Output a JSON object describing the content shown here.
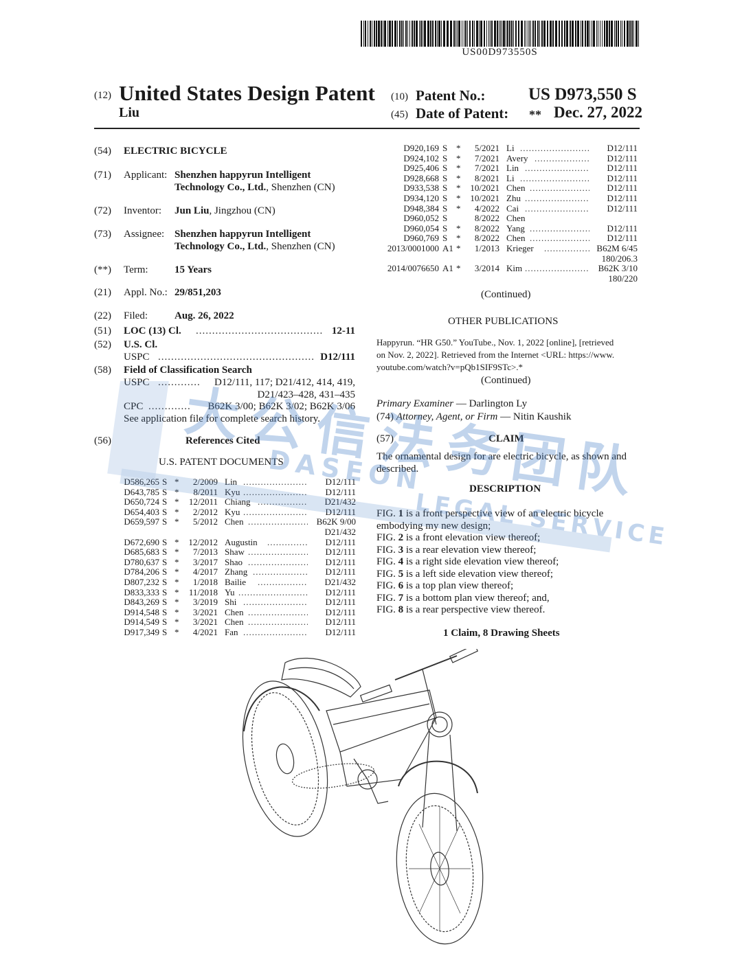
{
  "header": {
    "pub_number": "US00D973550S",
    "code12": "(12)",
    "doc_type": "United States Design Patent",
    "inventor_short": "Liu",
    "code10": "(10)",
    "patent_no_label": "Patent No.:",
    "patent_no": "US D973,550 S",
    "code45": "(45)",
    "date_label": "Date of Patent:",
    "date_mark": "**",
    "date": "Dec. 27, 2022"
  },
  "biblio": {
    "c54": "(54)",
    "title": "ELECTRIC BICYCLE",
    "c71": "(71)",
    "applicant_label": "Applicant:",
    "applicant_name1": "Shenzhen happyrun Intelligent",
    "applicant_name2": "Technology Co., Ltd.",
    "applicant_loc": ", Shenzhen (CN)",
    "c72": "(72)",
    "inventor_label": "Inventor:",
    "inventor_name": "Jun Liu",
    "inventor_loc": ", Jingzhou (CN)",
    "c73": "(73)",
    "assignee_label": "Assignee:",
    "assignee_name1": "Shenzhen happyrun Intelligent",
    "assignee_name2": "Technology Co., Ltd.",
    "assignee_loc": ", Shenzhen (CN)",
    "cterm": "(**)",
    "term_label": "Term:",
    "term_value": "15 Years",
    "c21": "(21)",
    "appl_label": "Appl. No.:",
    "appl_value": "29/851,203",
    "c22": "(22)",
    "filed_label": "Filed:",
    "filed_value": "Aug. 26, 2022",
    "c51": "(51)",
    "loc_label": "LOC (13) Cl.",
    "loc_dots": "...............................................",
    "loc_value": "12-11",
    "c52": "(52)",
    "uscl_label": "U.S. Cl.",
    "uspc_label": "USPC",
    "uspc_dots": "........................................................",
    "uspc_value": "D12/111",
    "c58": "(58)",
    "fcs_label": "Field of Classification Search",
    "fcs_uspc_label": "USPC",
    "fcs_uspc_dots": "...............",
    "fcs_uspc_value": "D12/111, 117; D21/412, 414, 419,",
    "fcs_uspc_value2": "D21/423–428, 431–435",
    "fcs_cpc_label": "CPC",
    "fcs_cpc_dots": "...............",
    "fcs_cpc_value": "B62K 3/00; B62K 3/02; B62K 3/06",
    "fcs_note": "See application file for complete search history.",
    "c56": "(56)",
    "refs_label": "References Cited",
    "us_docs_label": "U.S. PATENT DOCUMENTS"
  },
  "refs_left": [
    {
      "num": "D586,265",
      "kind": "S",
      "star": "*",
      "date": "2/2009",
      "name": "Lin",
      "cls": "D12/111"
    },
    {
      "num": "D643,785",
      "kind": "S",
      "star": "*",
      "date": "8/2011",
      "name": "Kyu",
      "cls": "D12/111"
    },
    {
      "num": "D650,724",
      "kind": "S",
      "star": "*",
      "date": "12/2011",
      "name": "Chiang",
      "cls": "D21/432"
    },
    {
      "num": "D654,403",
      "kind": "S",
      "star": "*",
      "date": "2/2012",
      "name": "Kyu",
      "cls": "D12/111"
    },
    {
      "num": "D659,597",
      "kind": "S",
      "star": "*",
      "date": "5/2012",
      "name": "Chen",
      "cls": "B62K 9/00"
    },
    {
      "num": "",
      "kind": "",
      "star": "",
      "date": "",
      "name": "",
      "cls": "D21/432"
    },
    {
      "num": "D672,690",
      "kind": "S",
      "star": "*",
      "date": "12/2012",
      "name": "Augustin",
      "cls": "D12/111"
    },
    {
      "num": "D685,683",
      "kind": "S",
      "star": "*",
      "date": "7/2013",
      "name": "Shaw",
      "cls": "D12/111"
    },
    {
      "num": "D780,637",
      "kind": "S",
      "star": "*",
      "date": "3/2017",
      "name": "Shao",
      "cls": "D12/111"
    },
    {
      "num": "D784,206",
      "kind": "S",
      "star": "*",
      "date": "4/2017",
      "name": "Zhang",
      "cls": "D12/111"
    },
    {
      "num": "D807,232",
      "kind": "S",
      "star": "*",
      "date": "1/2018",
      "name": "Bailie",
      "cls": "D21/432"
    },
    {
      "num": "D833,333",
      "kind": "S",
      "star": "*",
      "date": "11/2018",
      "name": "Yu",
      "cls": "D12/111"
    },
    {
      "num": "D843,269",
      "kind": "S",
      "star": "*",
      "date": "3/2019",
      "name": "Shi",
      "cls": "D12/111"
    },
    {
      "num": "D914,548",
      "kind": "S",
      "star": "*",
      "date": "3/2021",
      "name": "Chen",
      "cls": "D12/111"
    },
    {
      "num": "D914,549",
      "kind": "S",
      "star": "*",
      "date": "3/2021",
      "name": "Chen",
      "cls": "D12/111"
    },
    {
      "num": "D917,349",
      "kind": "S",
      "star": "*",
      "date": "4/2021",
      "name": "Fan",
      "cls": "D12/111"
    }
  ],
  "refs_right": [
    {
      "num": "D920,169",
      "kind": "S",
      "star": "*",
      "date": "5/2021",
      "name": "Li",
      "cls": "D12/111"
    },
    {
      "num": "D924,102",
      "kind": "S",
      "star": "*",
      "date": "7/2021",
      "name": "Avery",
      "cls": "D12/111"
    },
    {
      "num": "D925,406",
      "kind": "S",
      "star": "*",
      "date": "7/2021",
      "name": "Lin",
      "cls": "D12/111"
    },
    {
      "num": "D928,668",
      "kind": "S",
      "star": "*",
      "date": "8/2021",
      "name": "Li",
      "cls": "D12/111"
    },
    {
      "num": "D933,538",
      "kind": "S",
      "star": "*",
      "date": "10/2021",
      "name": "Chen",
      "cls": "D12/111"
    },
    {
      "num": "D934,120",
      "kind": "S",
      "star": "*",
      "date": "10/2021",
      "name": "Zhu",
      "cls": "D12/111"
    },
    {
      "num": "D948,384",
      "kind": "S",
      "star": "*",
      "date": "4/2022",
      "name": "Cai",
      "cls": "D12/111"
    },
    {
      "num": "D960,052",
      "kind": "S",
      "star": "",
      "date": "8/2022",
      "name": "Chen",
      "cls": ""
    },
    {
      "num": "D960,054",
      "kind": "S",
      "star": "*",
      "date": "8/2022",
      "name": "Yang",
      "cls": "D12/111"
    },
    {
      "num": "D960,769",
      "kind": "S",
      "star": "*",
      "date": "8/2022",
      "name": "Chen",
      "cls": "D12/111"
    },
    {
      "num": "2013/0001000",
      "kind": "A1",
      "star": "*",
      "date": "1/2013",
      "name": "Krieger",
      "cls": "B62M 6/45"
    },
    {
      "num": "",
      "kind": "",
      "star": "",
      "date": "",
      "name": "",
      "cls": "180/206.3"
    },
    {
      "num": "2014/0076650",
      "kind": "A1",
      "star": "*",
      "date": "3/2014",
      "name": "Kim",
      "cls": "B62K 3/10"
    },
    {
      "num": "",
      "kind": "",
      "star": "",
      "date": "",
      "name": "",
      "cls": "180/220"
    }
  ],
  "right": {
    "continued": "(Continued)",
    "other_pubs_label": "OTHER PUBLICATIONS",
    "pub_line1": "Happyrun. “HR G50.” YouTube., Nov. 1, 2022 [online], [retrieved",
    "pub_line2": "on Nov. 2, 2022]. Retrieved from the Internet <URL: https://www.",
    "pub_line3": "youtube.com/watch?v=pQb1SIF9STc>.*",
    "continued2": "(Continued)",
    "examiner_label": "Primary Examiner",
    "examiner_name": " — Darlington Ly",
    "c74": "(74)",
    "attorney_label": "Attorney, Agent, or Firm",
    "attorney_name": " — Nitin Kaushik",
    "c57": "(57)",
    "claim_label": "CLAIM",
    "claim_line1": "The ornamental design for are electric bicycle, as shown and",
    "claim_line2": "described.",
    "desc_label": "DESCRIPTION",
    "fig_lines": [
      {
        "pre": "FIG. ",
        "num": "1",
        "post": " is a front perspective view of an electric bicycle"
      },
      {
        "pre": "",
        "num": "",
        "post": "embodying my new design;"
      },
      {
        "pre": "FIG. ",
        "num": "2",
        "post": " is a front elevation view thereof;"
      },
      {
        "pre": "FIG. ",
        "num": "3",
        "post": " is a rear elevation view thereof;"
      },
      {
        "pre": "FIG. ",
        "num": "4",
        "post": " is a right side elevation view thereof;"
      },
      {
        "pre": "FIG. ",
        "num": "5",
        "post": " is a left side elevation view thereof;"
      },
      {
        "pre": "FIG. ",
        "num": "6",
        "post": " is a top plan view thereof;"
      },
      {
        "pre": "FIG. ",
        "num": "7",
        "post": " is a bottom plan view thereof; and,"
      },
      {
        "pre": "FIG. ",
        "num": "8",
        "post": " is a rear perspective view thereof."
      }
    ],
    "sheets": "1 Claim, 8 Drawing Sheets"
  },
  "watermark": {
    "cn": "大公信法务团队",
    "en1": "DASEON",
    "en2": "LEGAL SERVICE"
  }
}
